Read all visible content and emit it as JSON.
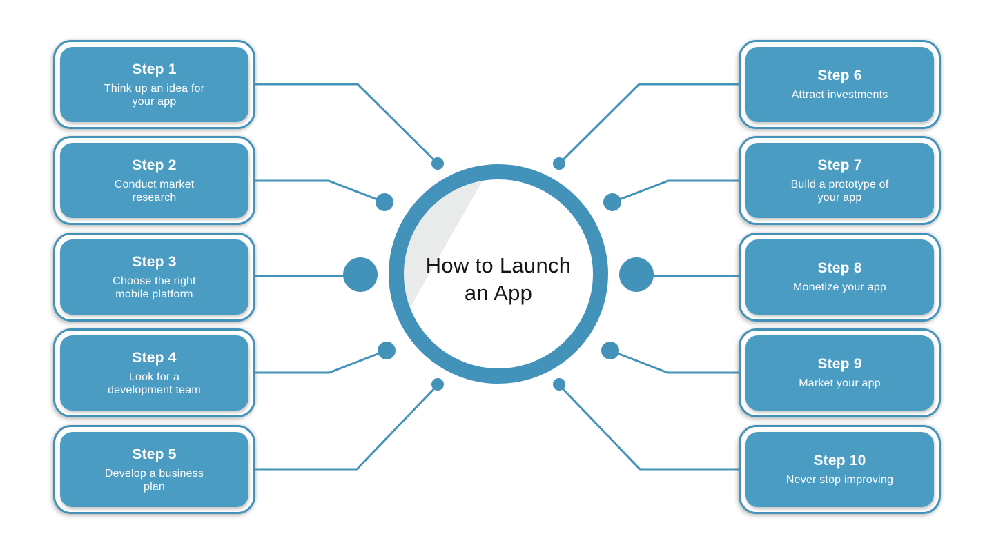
{
  "title": "How to Launch\nan App",
  "colors": {
    "accent": "#4292ba",
    "box_fill": "#4a9cc3",
    "box_border": "#4292ba",
    "segment_gray": "#e9eaea",
    "text_on_box": "#ffffff",
    "title_color": "#151515"
  },
  "steps": [
    {
      "title": "Step 1",
      "description": "Think up an idea for\nyour app",
      "side": "left"
    },
    {
      "title": "Step 2",
      "description": "Conduct market\nresearch",
      "side": "left"
    },
    {
      "title": "Step 3",
      "description": "Choose the right\nmobile platform",
      "side": "left"
    },
    {
      "title": "Step 4",
      "description": "Look for a\ndevelopment team",
      "side": "left"
    },
    {
      "title": "Step 5",
      "description": "Develop a business\nplan",
      "side": "left"
    },
    {
      "title": "Step 6",
      "description": "Attract investments",
      "side": "right"
    },
    {
      "title": "Step 7",
      "description": "Build a prototype of\nyour app",
      "side": "right"
    },
    {
      "title": "Step 8",
      "description": "Monetize your app",
      "side": "right"
    },
    {
      "title": "Step 9",
      "description": "Market your app",
      "side": "right"
    },
    {
      "title": "Step 10",
      "description": "Never stop improving",
      "side": "right"
    }
  ]
}
